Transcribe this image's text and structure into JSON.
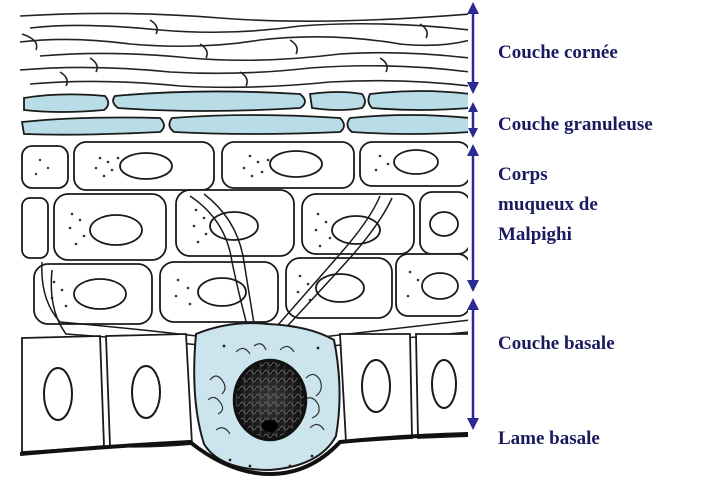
{
  "labels": {
    "couche_cornee": "Couche cornée",
    "couche_granuleuse": "Couche granuleuse",
    "corps_line1": "Corps",
    "corps_line2": "muqueux de",
    "corps_line3": "Malpighi",
    "couche_basale": "Couche basale",
    "lame_basale": "Lame basale"
  },
  "colors": {
    "arrow": "#2b2b8f",
    "label": "#1a1a5e",
    "granular_fill": "#b9dde6",
    "basal_cell_fill": "#cbe4ee",
    "outline": "#1a1a1a"
  }
}
